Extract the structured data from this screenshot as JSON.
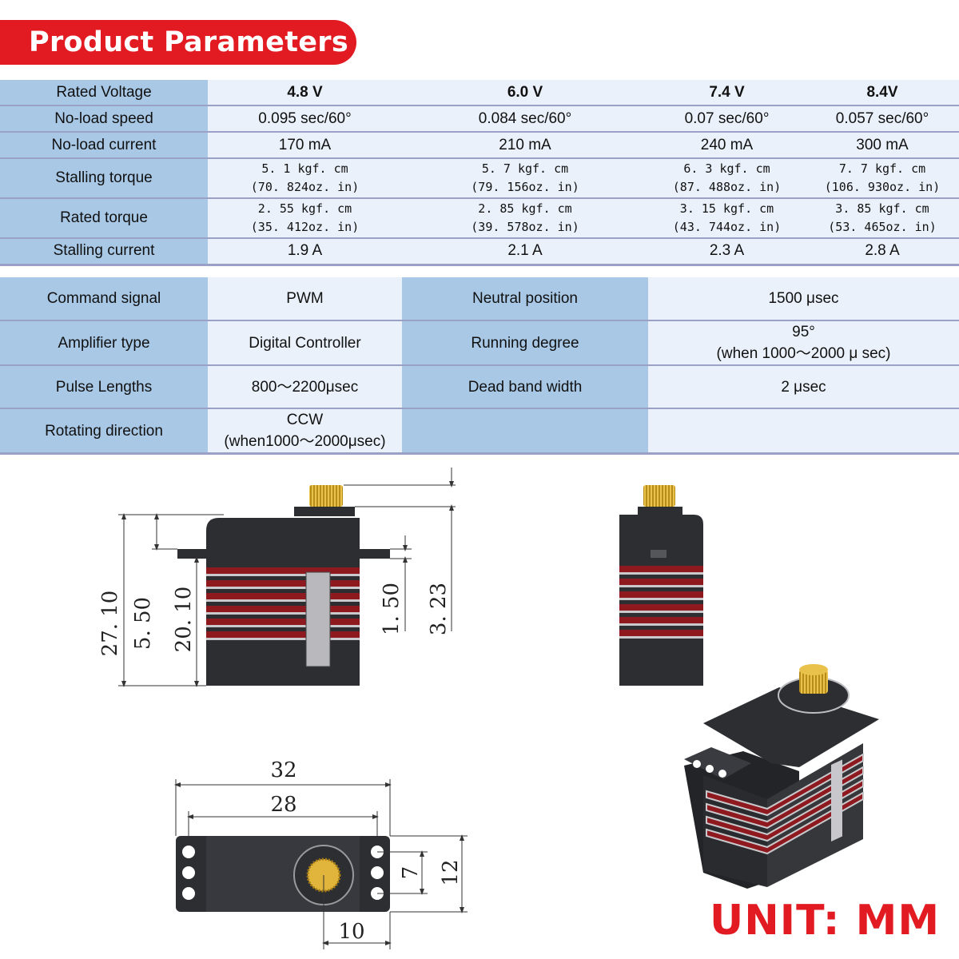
{
  "banner": {
    "title": "Product Parameters"
  },
  "spec_table": {
    "rows": [
      {
        "label": "Rated Voltage",
        "values": [
          "4.8 V",
          "6.0 V",
          "7.4 V",
          "8.4V"
        ]
      },
      {
        "label": "No-load speed",
        "values": [
          "0.095 sec/60°",
          "0.084 sec/60°",
          "0.07 sec/60°",
          "0.057 sec/60°"
        ]
      },
      {
        "label": "No-load current",
        "values": [
          "170 mA",
          "210 mA",
          "240 mA",
          "300 mA"
        ]
      },
      {
        "label": "Stalling torque",
        "values": [
          {
            "primary": "5. 1 kgf. cm",
            "secondary": "(70. 824oz. in)"
          },
          {
            "primary": "5. 7 kgf. cm",
            "secondary": "(79. 156oz. in)"
          },
          {
            "primary": "6. 3 kgf. cm",
            "secondary": "(87. 488oz. in)"
          },
          {
            "primary": "7. 7 kgf. cm",
            "secondary": "(106. 930oz. in)"
          }
        ]
      },
      {
        "label": "Rated torque",
        "values": [
          {
            "primary": "2. 55 kgf. cm",
            "secondary": "(35. 412oz. in)"
          },
          {
            "primary": "2. 85 kgf. cm",
            "secondary": "(39. 578oz. in)"
          },
          {
            "primary": "3. 15 kgf. cm",
            "secondary": "(43. 744oz. in)"
          },
          {
            "primary": "3. 85 kgf. cm",
            "secondary": "(53. 465oz. in)"
          }
        ]
      },
      {
        "label": "Stalling current",
        "values": [
          "1.9 A",
          "2.1 A",
          "2.3 A",
          "2.8 A"
        ]
      }
    ]
  },
  "control_table": {
    "rows": [
      {
        "label": "Command signal",
        "value": "PWM",
        "label2": "Neutral position",
        "value2": "1500 μsec",
        "value2_line2": ""
      },
      {
        "label": "Amplifier type",
        "value": "Digital Controller",
        "label2": "Running degree",
        "value2": "95°",
        "value2_line2": "(when 1000～2000 μ sec)"
      },
      {
        "label": "Pulse Lengths",
        "value": "800～2200μsec",
        "label2": "Dead band width",
        "value2": "2 μsec",
        "value2_line2": ""
      },
      {
        "label": "Rotating direction",
        "value": "CCW",
        "value_line2": "(when1000～2000μsec)",
        "label2": "",
        "value2": ""
      }
    ]
  },
  "drawing": {
    "front_view_dims": [
      "27. 10",
      "5. 50",
      "20. 10",
      "1. 50",
      "3. 23"
    ],
    "top_view_dims": [
      "32",
      "28",
      "7",
      "12",
      "10"
    ]
  },
  "unit_label": "UNIT: MM",
  "colors": {
    "accent_red": "#e21a22",
    "label_blue": "#a8c8e6",
    "value_blue": "#eaf1fb",
    "servo_body": "#2d2e32",
    "servo_red": "#8e1a20",
    "gear_gold": "#c9a227"
  }
}
